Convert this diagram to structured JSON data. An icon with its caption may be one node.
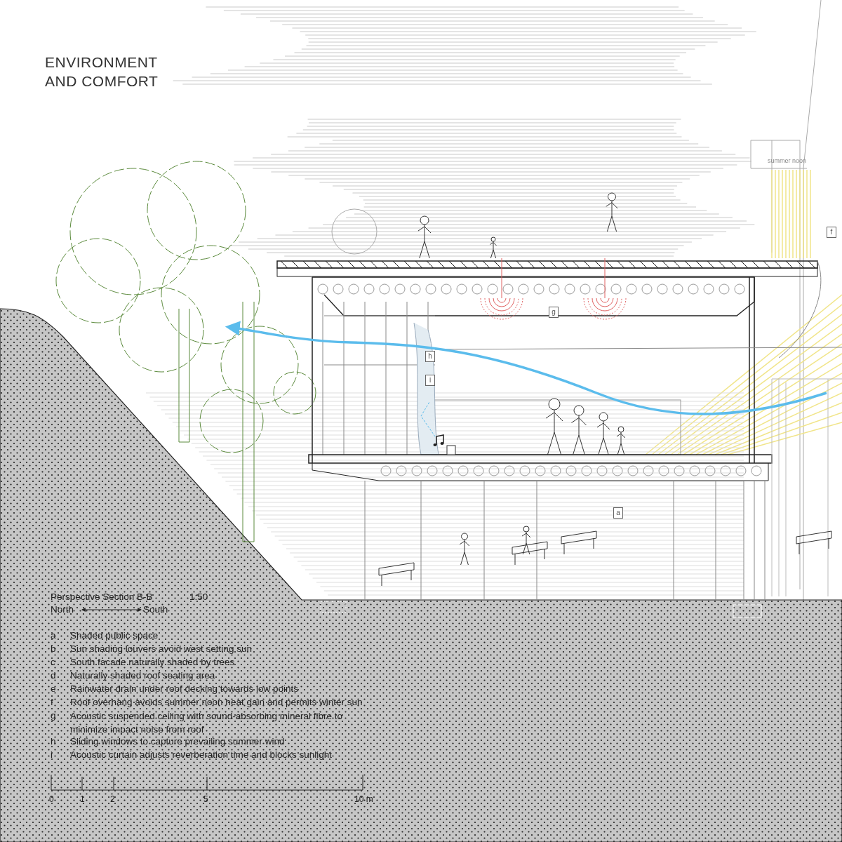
{
  "diagram": {
    "title": "ENVIRONMENT AND COMFORT",
    "nodes": [
      {
        "text": [
          "f"
        ]
      },
      {
        "text": [
          "g"
        ]
      },
      {
        "text": [
          "h"
        ]
      },
      {
        "text": [
          "i"
        ]
      },
      {
        "text": [
          "a"
        ]
      }
    ],
    "labels": [
      "summer noon",
      "Perspective Section B-B",
      "1:50",
      "North",
      "South",
      "a",
      "Shaded public space",
      "b",
      "Sun shading louvers avoid west setting sun",
      "c",
      "South facade naturally shaded by trees",
      "d",
      "Naturally shaded roof seating area",
      "e",
      "Rainwater drain under roof decking towards low points",
      "f",
      "Roof overhang avoids summer noon heat gain and permits winter sun",
      "g",
      "Acoustic suspended ceiling with sound-absorbing mineral fibre to minimize impact noise from roof",
      "h",
      "Sliding windows to capture prevailing summer wind",
      "i",
      "Acoustic curtain adjusts reverberation time and blocks sunlight",
      "0",
      "1",
      "2",
      "5",
      "10 m"
    ]
  }
}
